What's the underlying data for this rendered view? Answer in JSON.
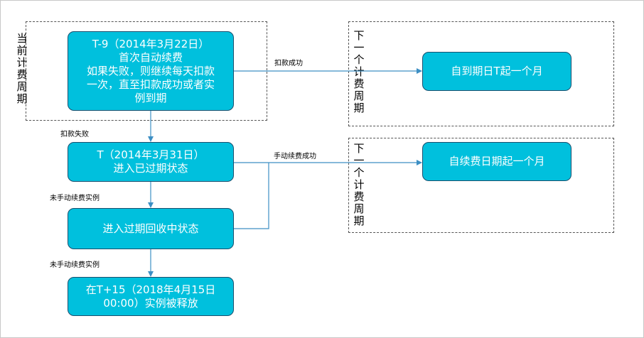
{
  "labels": {
    "current_cycle": "当前计费周期",
    "next_cycle_1": "下一个计费周期",
    "next_cycle_2": "下一个计费周期"
  },
  "nodes": {
    "t_minus_9": "T-9（2014年3月22日）\n首次自动续费\n如果失败，则继续每天扣款\n一次，直至扣款成功或者实\n例到期",
    "t_day": "T（2014年3月31日）\n进入已过期状态",
    "reclaim": "进入过期回收中状态",
    "release": "在T+15（2018年4月15日\n00:00）实例被释放",
    "auto_next": "自到期日T起一个月",
    "manual_next": "自续费日期起一个月"
  },
  "edges": {
    "deduct_success": "扣款成功",
    "deduct_fail": "扣款失败",
    "manual_renew_success": "手动续费成功",
    "not_renewed_1": "未手动续费实例",
    "not_renewed_2": "未手动续费实例"
  },
  "colors": {
    "node_fill": "#00c0dd",
    "node_border": "#1a4f6e",
    "connector": "#3d8fc4",
    "dashed_border": "#555555"
  }
}
